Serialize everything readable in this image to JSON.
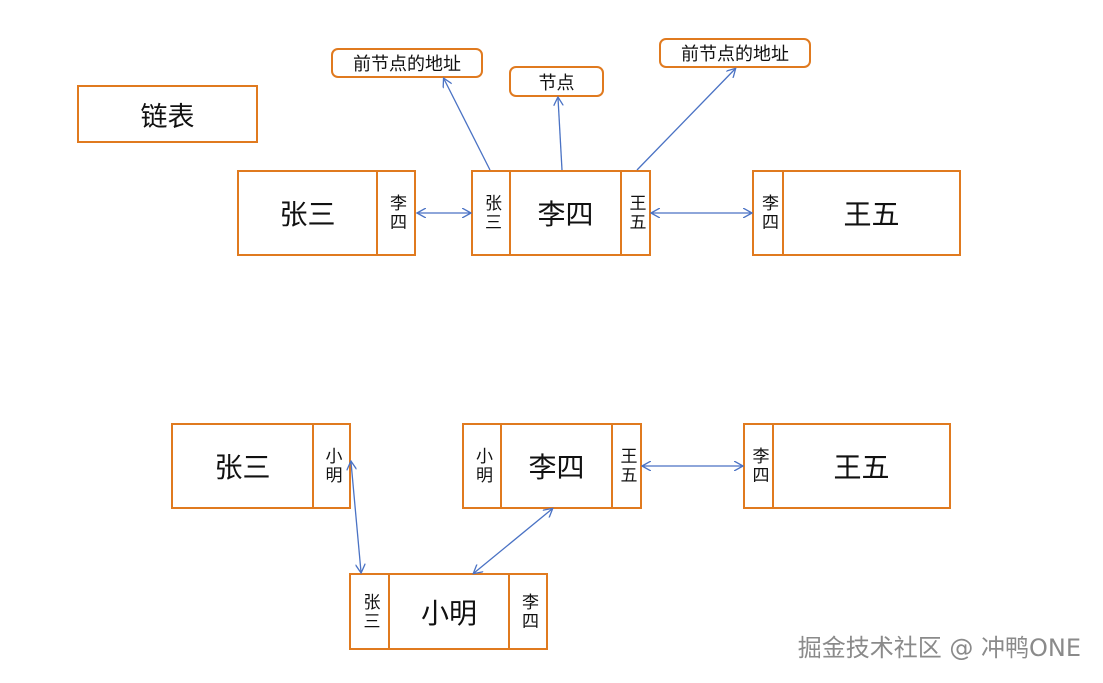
{
  "title": "链表",
  "callouts": {
    "prev_addr_left": "前节点的地址",
    "node": "节点",
    "prev_addr_right": "前节点的地址"
  },
  "top_list": {
    "zhangsan": {
      "name": "张三",
      "next": "李四"
    },
    "lisi": {
      "prev": "张三",
      "name": "李四",
      "next": "王五"
    },
    "wangwu": {
      "prev": "李四",
      "name": "王五"
    }
  },
  "bottom_list": {
    "zhangsan": {
      "name": "张三",
      "next": "小明"
    },
    "lisi": {
      "prev": "小明",
      "name": "李四",
      "next": "王五"
    },
    "wangwu": {
      "prev": "李四",
      "name": "王五"
    },
    "xiaoming": {
      "prev": "张三",
      "name": "小明",
      "next": "李四"
    }
  },
  "watermark": "掘金技术社区 @ 冲鸭ONE",
  "colors": {
    "border": "#E07A1F",
    "arrow": "#4A72C4",
    "watermark": "#8a8a8a"
  }
}
